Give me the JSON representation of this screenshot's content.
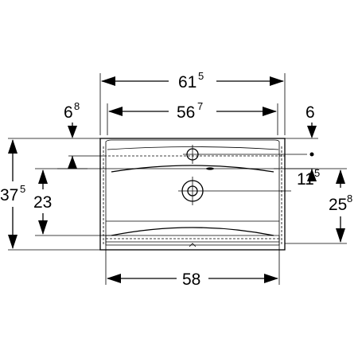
{
  "dimensions": {
    "total_width": {
      "main": "61",
      "sup": "5"
    },
    "inner_width": {
      "main": "56",
      "sup": "7"
    },
    "base_width": {
      "main": "58",
      "sup": ""
    },
    "left_offset": {
      "main": "6",
      "sup": "8"
    },
    "right_offset": {
      "main": "6",
      "sup": ""
    },
    "total_depth": {
      "main": "37",
      "sup": "5"
    },
    "bowl_depth": {
      "main": "23",
      "sup": ""
    },
    "tap_offset": {
      "main": "11",
      "sup": "5"
    },
    "drain_depth": {
      "main": "25",
      "sup": "8"
    }
  }
}
